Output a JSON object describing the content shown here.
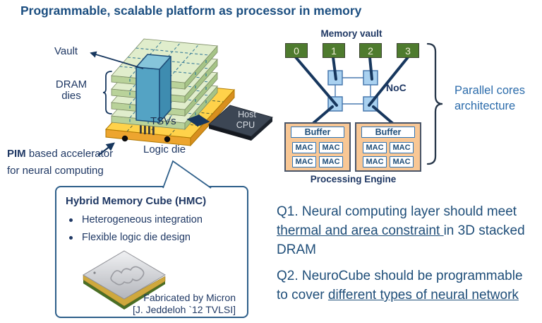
{
  "title": "Programmable, scalable platform as processor in memory",
  "colors": {
    "title_text": "#1b4e80",
    "diagram_text": "#1f3864",
    "question_text": "#1f4e79",
    "dram_die_top": "#e0edcc",
    "logic_die_top": "#ffd24a",
    "vault_column": "#54a3c4",
    "memory_vault_green": "#4e7b2e",
    "noc_router_blue": "#a9d1f0",
    "processing_engine_orange": "#f8c795",
    "host_cpu_gray": "#3c4654",
    "connection_navy": "#17375e"
  },
  "left_diagram": {
    "vault_label": "Vault",
    "dram_line1": "DRAM",
    "dram_line2": "dies",
    "tsvs_label": "TSVs",
    "logic_die_label": "Logic die",
    "host_line1": "Host",
    "host_line2": "CPU",
    "pim_bold": "PIM",
    "pim_rest": " based accelerator",
    "pim_line2": "for neural computing"
  },
  "right_diagram": {
    "memory_vault_label": "Memory vault",
    "vaults": [
      "0",
      "1",
      "2",
      "3"
    ],
    "noc_label": "NoC",
    "buffer_label": "Buffer",
    "mac_label": "MAC",
    "processing_engine_label": "Processing Engine",
    "parallel_line1": "Parallel cores",
    "parallel_line2": "architecture"
  },
  "hmc_box": {
    "title": "Hybrid Memory Cube (HMC)",
    "bullets": [
      "Heterogeneous integration",
      "Flexible logic die design"
    ],
    "caption_line1": "Fabricated by Micron",
    "caption_line2": "[J. Jeddeloh `12 TVLSI]"
  },
  "questions": {
    "q1_line1": "Q1. Neural computing layer should meet",
    "q1_line2_underlined": "thermal and area constraint ",
    "q1_line2_rest": "in 3D stacked",
    "q1_line3": "DRAM",
    "q2_line1": "Q2. NeuroCube should be programmable",
    "q2_line2_prefix": "to cover ",
    "q2_line2_underlined": "different types of neural network"
  }
}
